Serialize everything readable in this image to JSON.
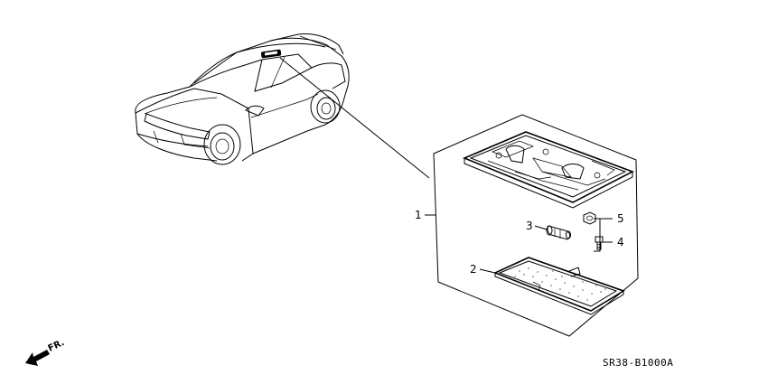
{
  "diagram": {
    "callouts": [
      "1",
      "2",
      "3",
      "4",
      "5"
    ],
    "direction_label": "FR.",
    "diagram_code": "SR38-B1000A"
  }
}
